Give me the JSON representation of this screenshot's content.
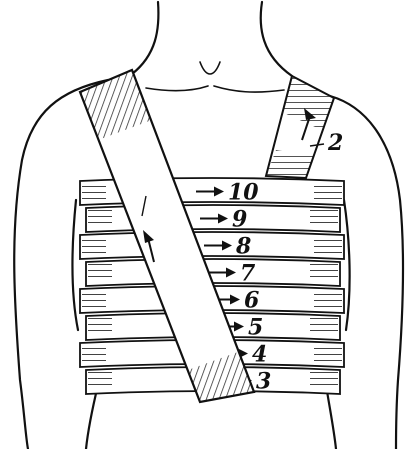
{
  "illustration": {
    "subject": "chest-bandage",
    "ink_color": "#111111",
    "paper_color": "#ffffff",
    "shoulder_strap_label": "2",
    "turn_labels": [
      "10",
      "9",
      "8",
      "7",
      "6",
      "5",
      "4",
      "3"
    ],
    "icons": {
      "direction": "arrow-right-icon",
      "strap_direction": "arrow-up-icon"
    }
  }
}
